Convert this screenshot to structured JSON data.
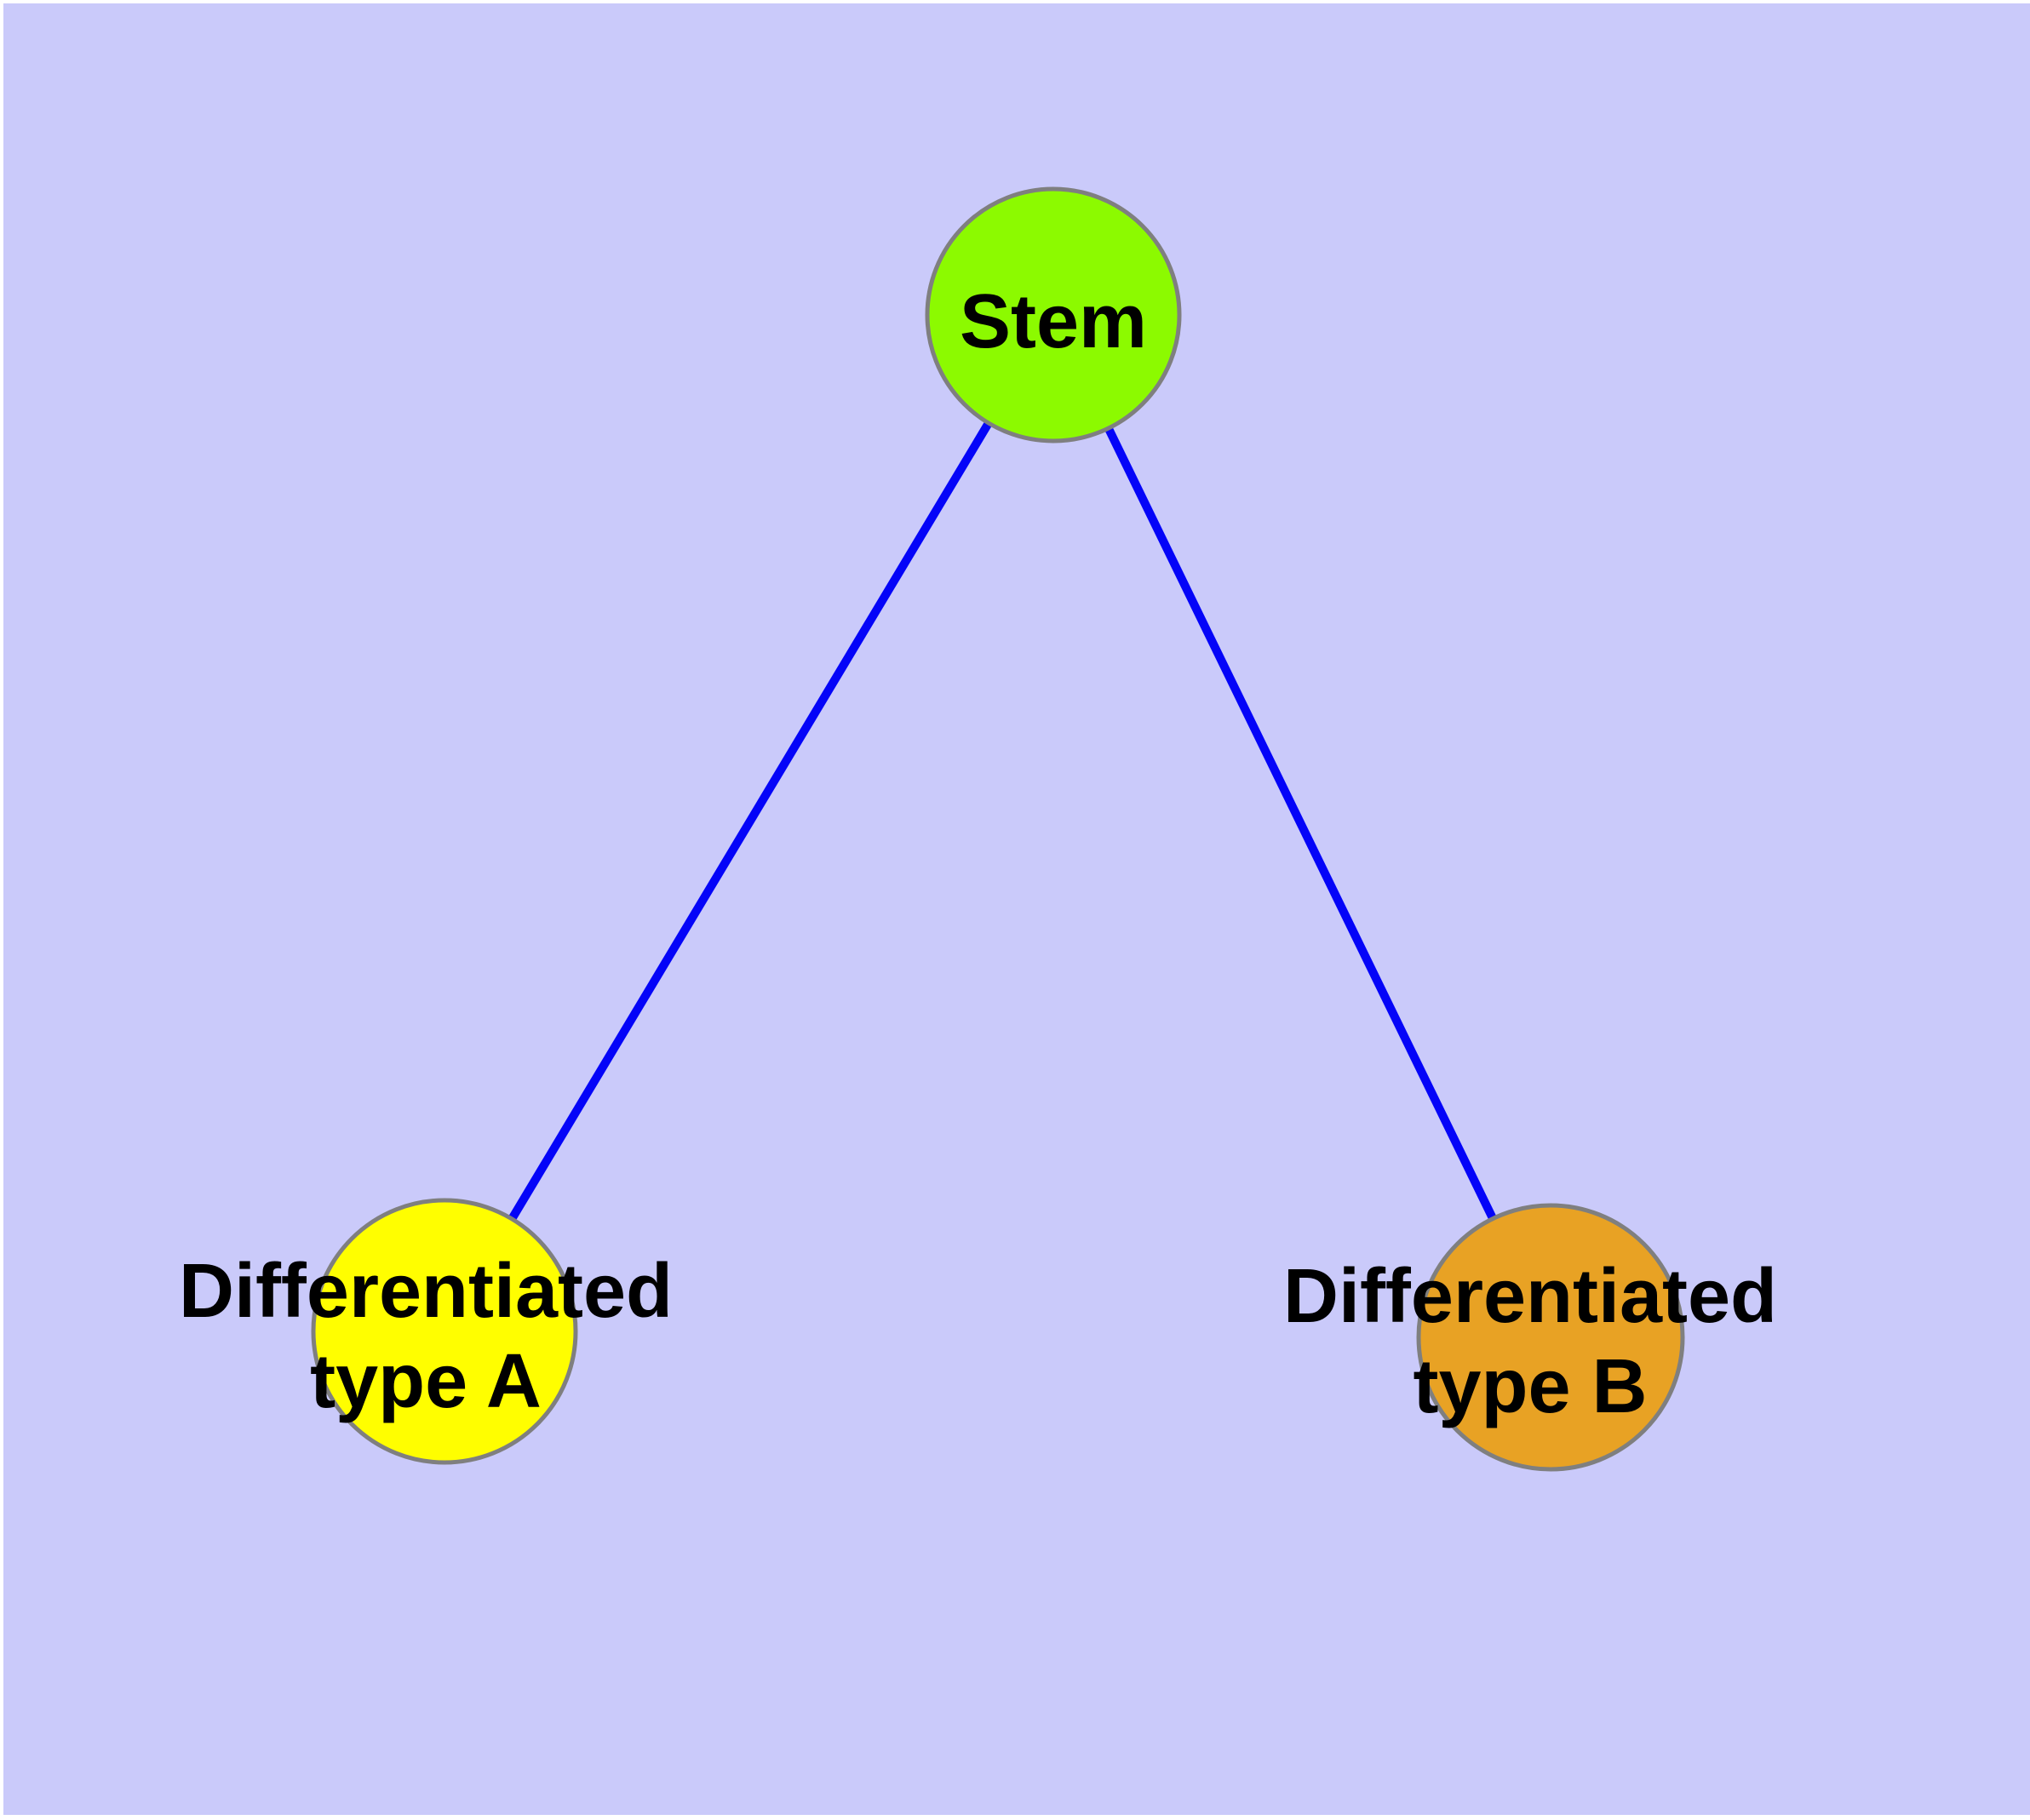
{
  "canvas": {
    "page_margin_color": "#ffffff",
    "background_color": "#cacafa"
  },
  "node_style": {
    "border_color": "#7f7f7f",
    "border_width": "5",
    "label_color": "#000000"
  },
  "edge_style": {
    "color": "#0404f8",
    "width": "10"
  },
  "nodes": {
    "stem": {
      "label": "Stem",
      "fill": "#8cfa00"
    },
    "type_a": {
      "label_line1": "Differentiated",
      "label_line2": "type A",
      "fill": "#fffe00"
    },
    "type_b": {
      "label_line1": "Differentiated",
      "label_line2": "type B",
      "fill": "#e8a224"
    }
  },
  "edges": [
    {
      "from": "Stem",
      "to": "Differentiated type A"
    },
    {
      "from": "Stem",
      "to": "Differentiated type B"
    }
  ]
}
